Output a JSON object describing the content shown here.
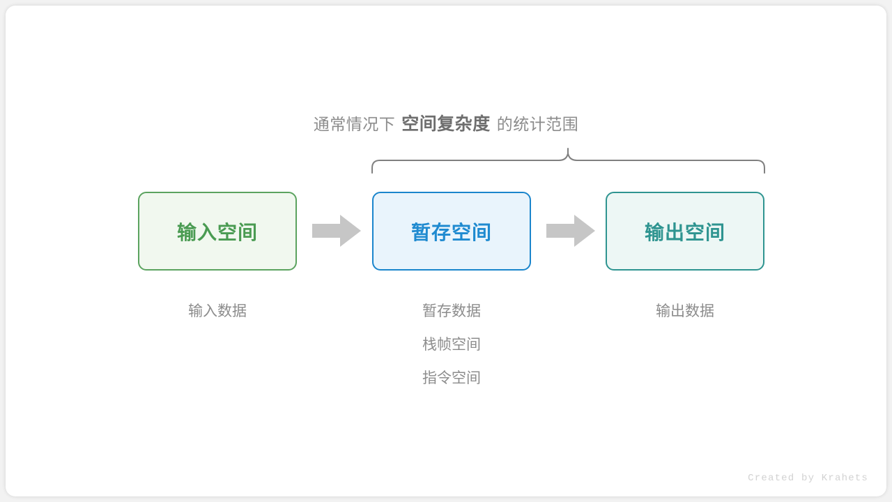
{
  "heading": {
    "prefix": "通常情况下",
    "emphasis": "空间复杂度",
    "suffix": "的统计范围"
  },
  "boxes": [
    {
      "label": "输入空间",
      "color": "#4a9b52",
      "border": "#5ba35f",
      "fill": "#f1f8ef"
    },
    {
      "label": "暂存空间",
      "color": "#1f8ad0",
      "border": "#1a85cc",
      "fill": "#e9f4fc"
    },
    {
      "label": "输出空间",
      "color": "#2e9490",
      "border": "#2e9490",
      "fill": "#edf7f5"
    }
  ],
  "arrows": [
    {
      "name": "arrow-input-to-temp"
    },
    {
      "name": "arrow-temp-to-output"
    }
  ],
  "captions": {
    "input": [
      "输入数据"
    ],
    "temp": [
      "暂存数据",
      "栈帧空间",
      "指令空间"
    ],
    "output": [
      "输出数据"
    ]
  },
  "brace": {
    "color": "#808080",
    "spans_from": "暂存空间",
    "spans_to": "输出空间"
  },
  "watermark": "Created by Krahets",
  "palette": {
    "arrow": "#c6c6c6",
    "text_gray": "#8c8c8c",
    "text_gray_strong": "#6e6e6e",
    "background": "#ffffff"
  }
}
